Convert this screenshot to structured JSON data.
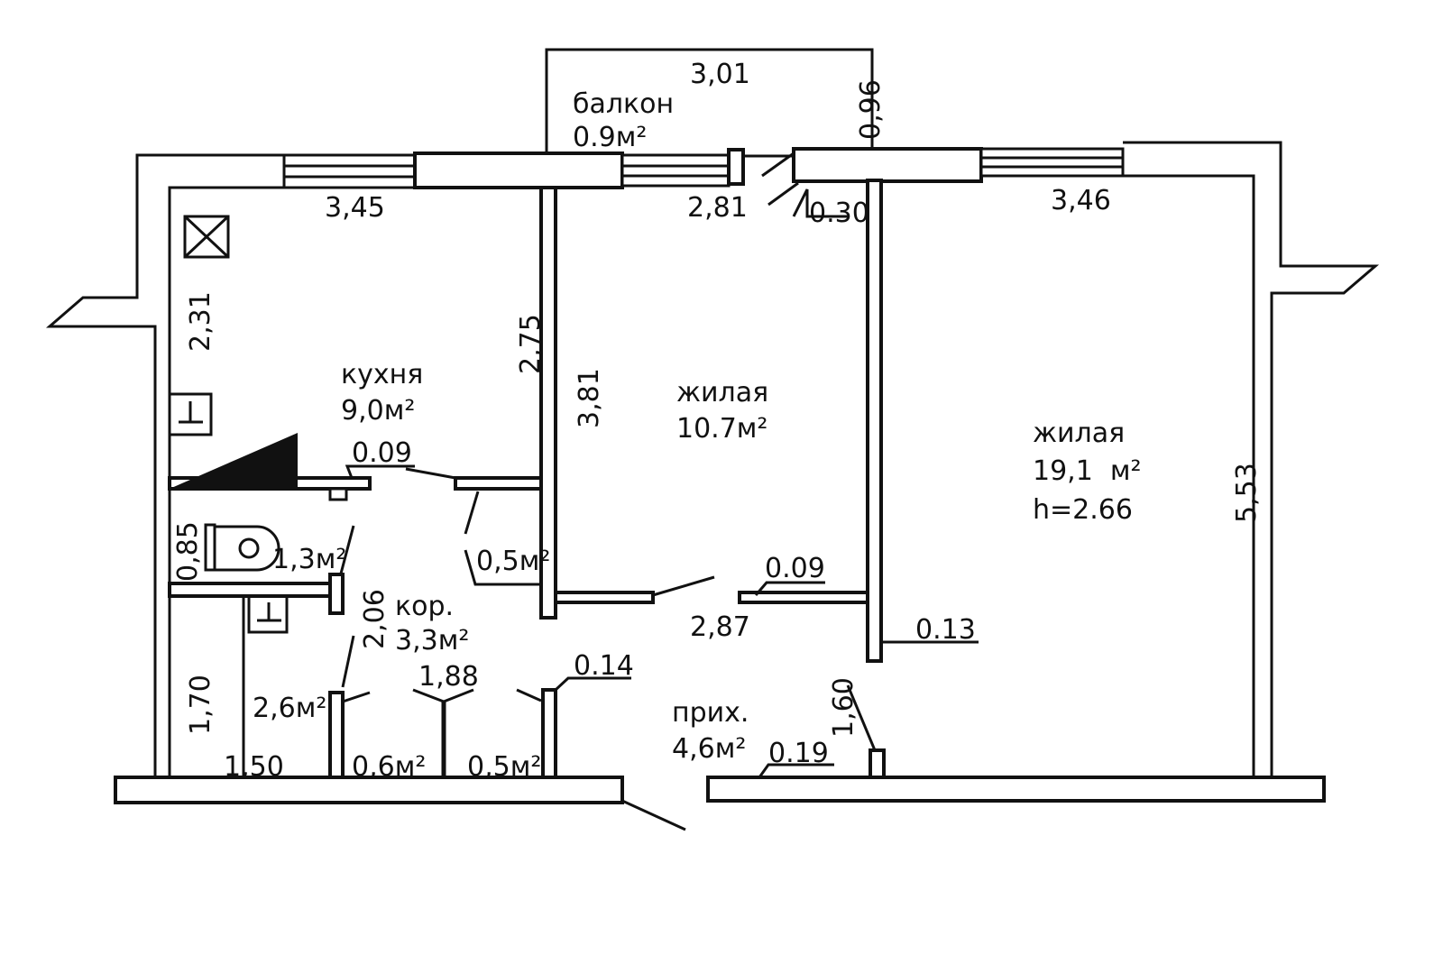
{
  "rooms": {
    "balcony": {
      "name": "балкон",
      "area": "0.9м²"
    },
    "kitchen": {
      "name": "кухня",
      "area": "9,0м²"
    },
    "living1": {
      "name": "жилая",
      "area": "10.7м²"
    },
    "living2": {
      "name": "жилая",
      "area": "19,1  м²",
      "height": "h=2.66"
    },
    "corridor": {
      "name": "кор.",
      "area": "3,3м²"
    },
    "hall": {
      "name": "прих.",
      "area": "4,6м²"
    },
    "wc": {
      "area": "1,3м²"
    },
    "bath": {
      "area": "2,6м²"
    },
    "closet1": {
      "area": "0,5м²"
    },
    "closet2": {
      "area": "0,6м²"
    },
    "closet3": {
      "area": "0,5м²"
    }
  },
  "dimensions": {
    "balcony_width": "3,01",
    "balcony_depth": "0,96",
    "kitchen_width": "3,45",
    "living1_width": "2,81",
    "living2_width": "3,46",
    "wall_030": "0.30",
    "kitchen_side": "2,31",
    "living1_side_a": "2,75",
    "living1_side_b": "3,81",
    "living2_side": "5,53",
    "wall_009_a": "0.09",
    "wall_009_b": "0.09",
    "wc_width": "0,85",
    "corridor_len": "2,06",
    "hall_width": "2,87",
    "wall_013": "0.13",
    "bath_side": "1,70",
    "bath_width": "1,50",
    "closets_width": "1,88",
    "wall_014": "0.14",
    "hall_side": "1,60",
    "wall_019": "0.19"
  }
}
